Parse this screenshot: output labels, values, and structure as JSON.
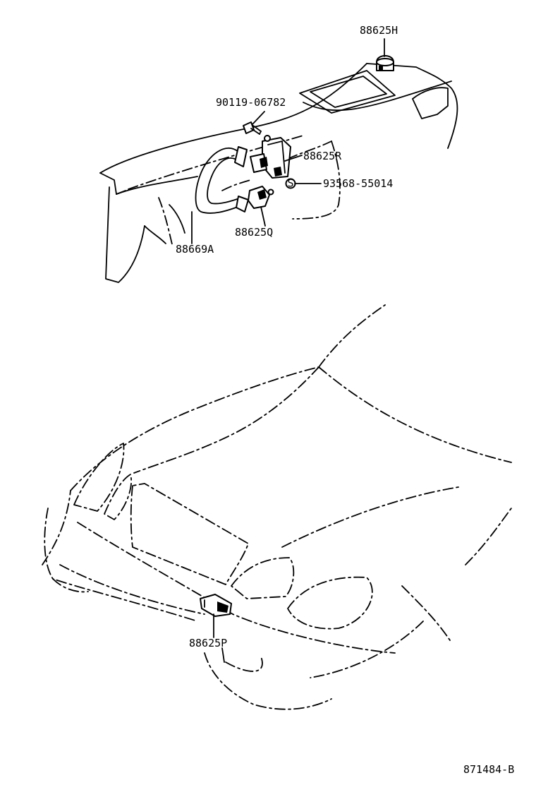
{
  "labels": {
    "p88625H": "88625H",
    "p90119": "90119-06782",
    "p88625R": "88625R",
    "p93568": "93568-55014",
    "p88625Q": "88625Q",
    "p88669A": "88669A",
    "p88625P": "88625P",
    "s_mark": "S",
    "code": "871484-B"
  }
}
